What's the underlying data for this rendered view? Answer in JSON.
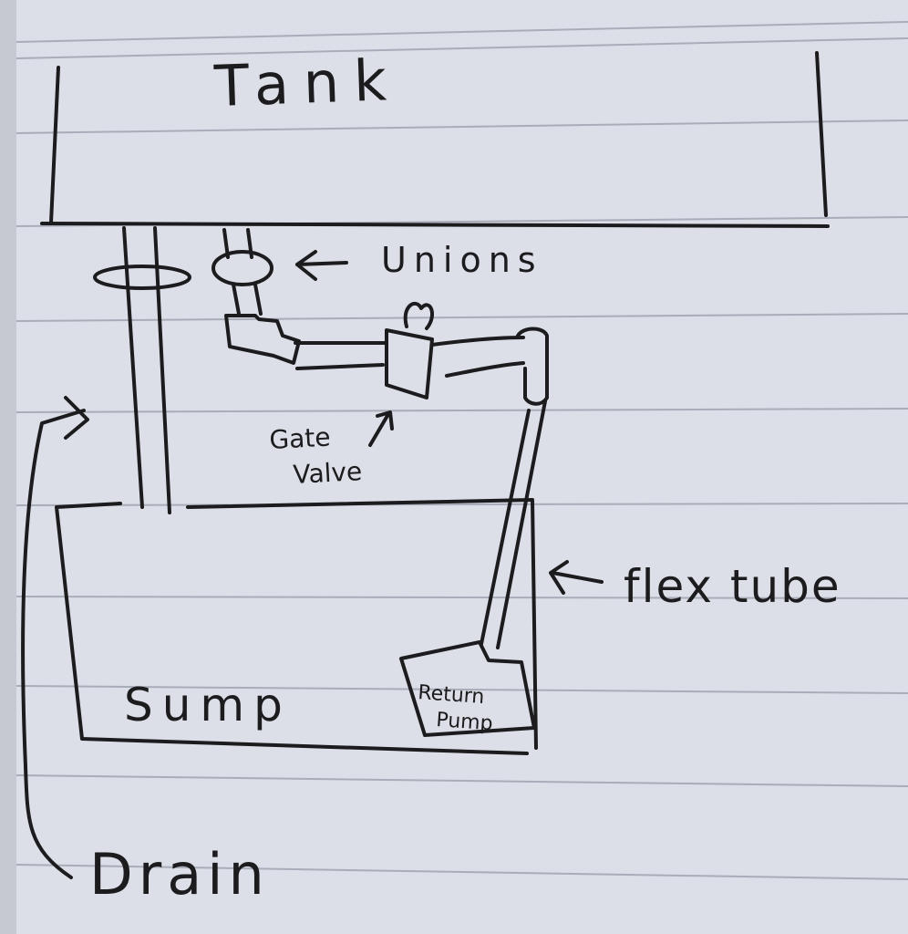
{
  "diagram": {
    "labels": {
      "tank": "Tank",
      "unions": "Unions",
      "gate_valve_line1": "Gate",
      "gate_valve_line2": "Valve",
      "flex_tube": "flex tube",
      "sump": "Sump",
      "return_pump_line1": "Return",
      "return_pump_line2": "Pump",
      "drain": "Drain"
    },
    "colors": {
      "paper": "#dcdfe7",
      "ruled_line": "#a9adb9",
      "ink": "#1c1b1d"
    },
    "icons": {
      "arrow": "left-arrow",
      "flow_arrow": "curved-arrow"
    }
  }
}
